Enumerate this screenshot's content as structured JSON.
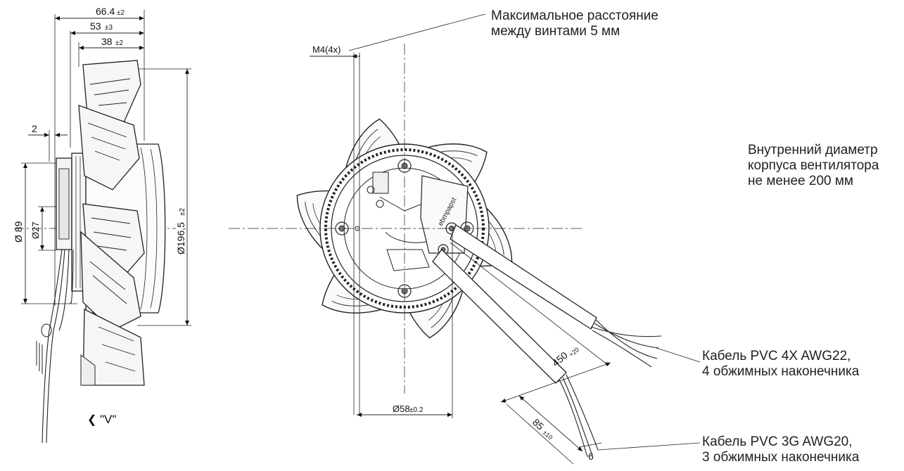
{
  "side_view": {
    "dim_overall_depth": "66.4",
    "dim_overall_depth_tol": "±2",
    "dim_depth_mid": "53",
    "dim_depth_mid_tol": "±3",
    "dim_depth_small": "38",
    "dim_depth_small_tol": "±2",
    "dim_offset": "2",
    "dim_hub_dia": "Ø 89",
    "dim_shaft_dia": "Ø27",
    "dim_fan_dia": "Ø196,5",
    "dim_fan_dia_tol": "±2",
    "view_label": "\"V\"",
    "view_arrow_glyph": "❮"
  },
  "front_view": {
    "screw_label": "M4(4x)",
    "bolt_circle": "Ø58",
    "bolt_circle_tol": "±0.2",
    "cable_length": "450",
    "cable_length_tol": "+20",
    "strip_length": "85",
    "strip_length_tol": "±10",
    "strip_end": "6",
    "logo_text": "ebmpapst"
  },
  "notes": {
    "max_screw_distance": "Максимальное расстояние\nмежду винтами 5 мм",
    "inner_diameter": "Внутренний диаметр\nкорпуса вентилятора\nне менее 200 мм",
    "cable_4x": "Кабель PVC 4X AWG22,\n4 обжимных наконечника",
    "cable_3g": "Кабель PVC 3G AWG20,\n3 обжимных наконечника"
  }
}
